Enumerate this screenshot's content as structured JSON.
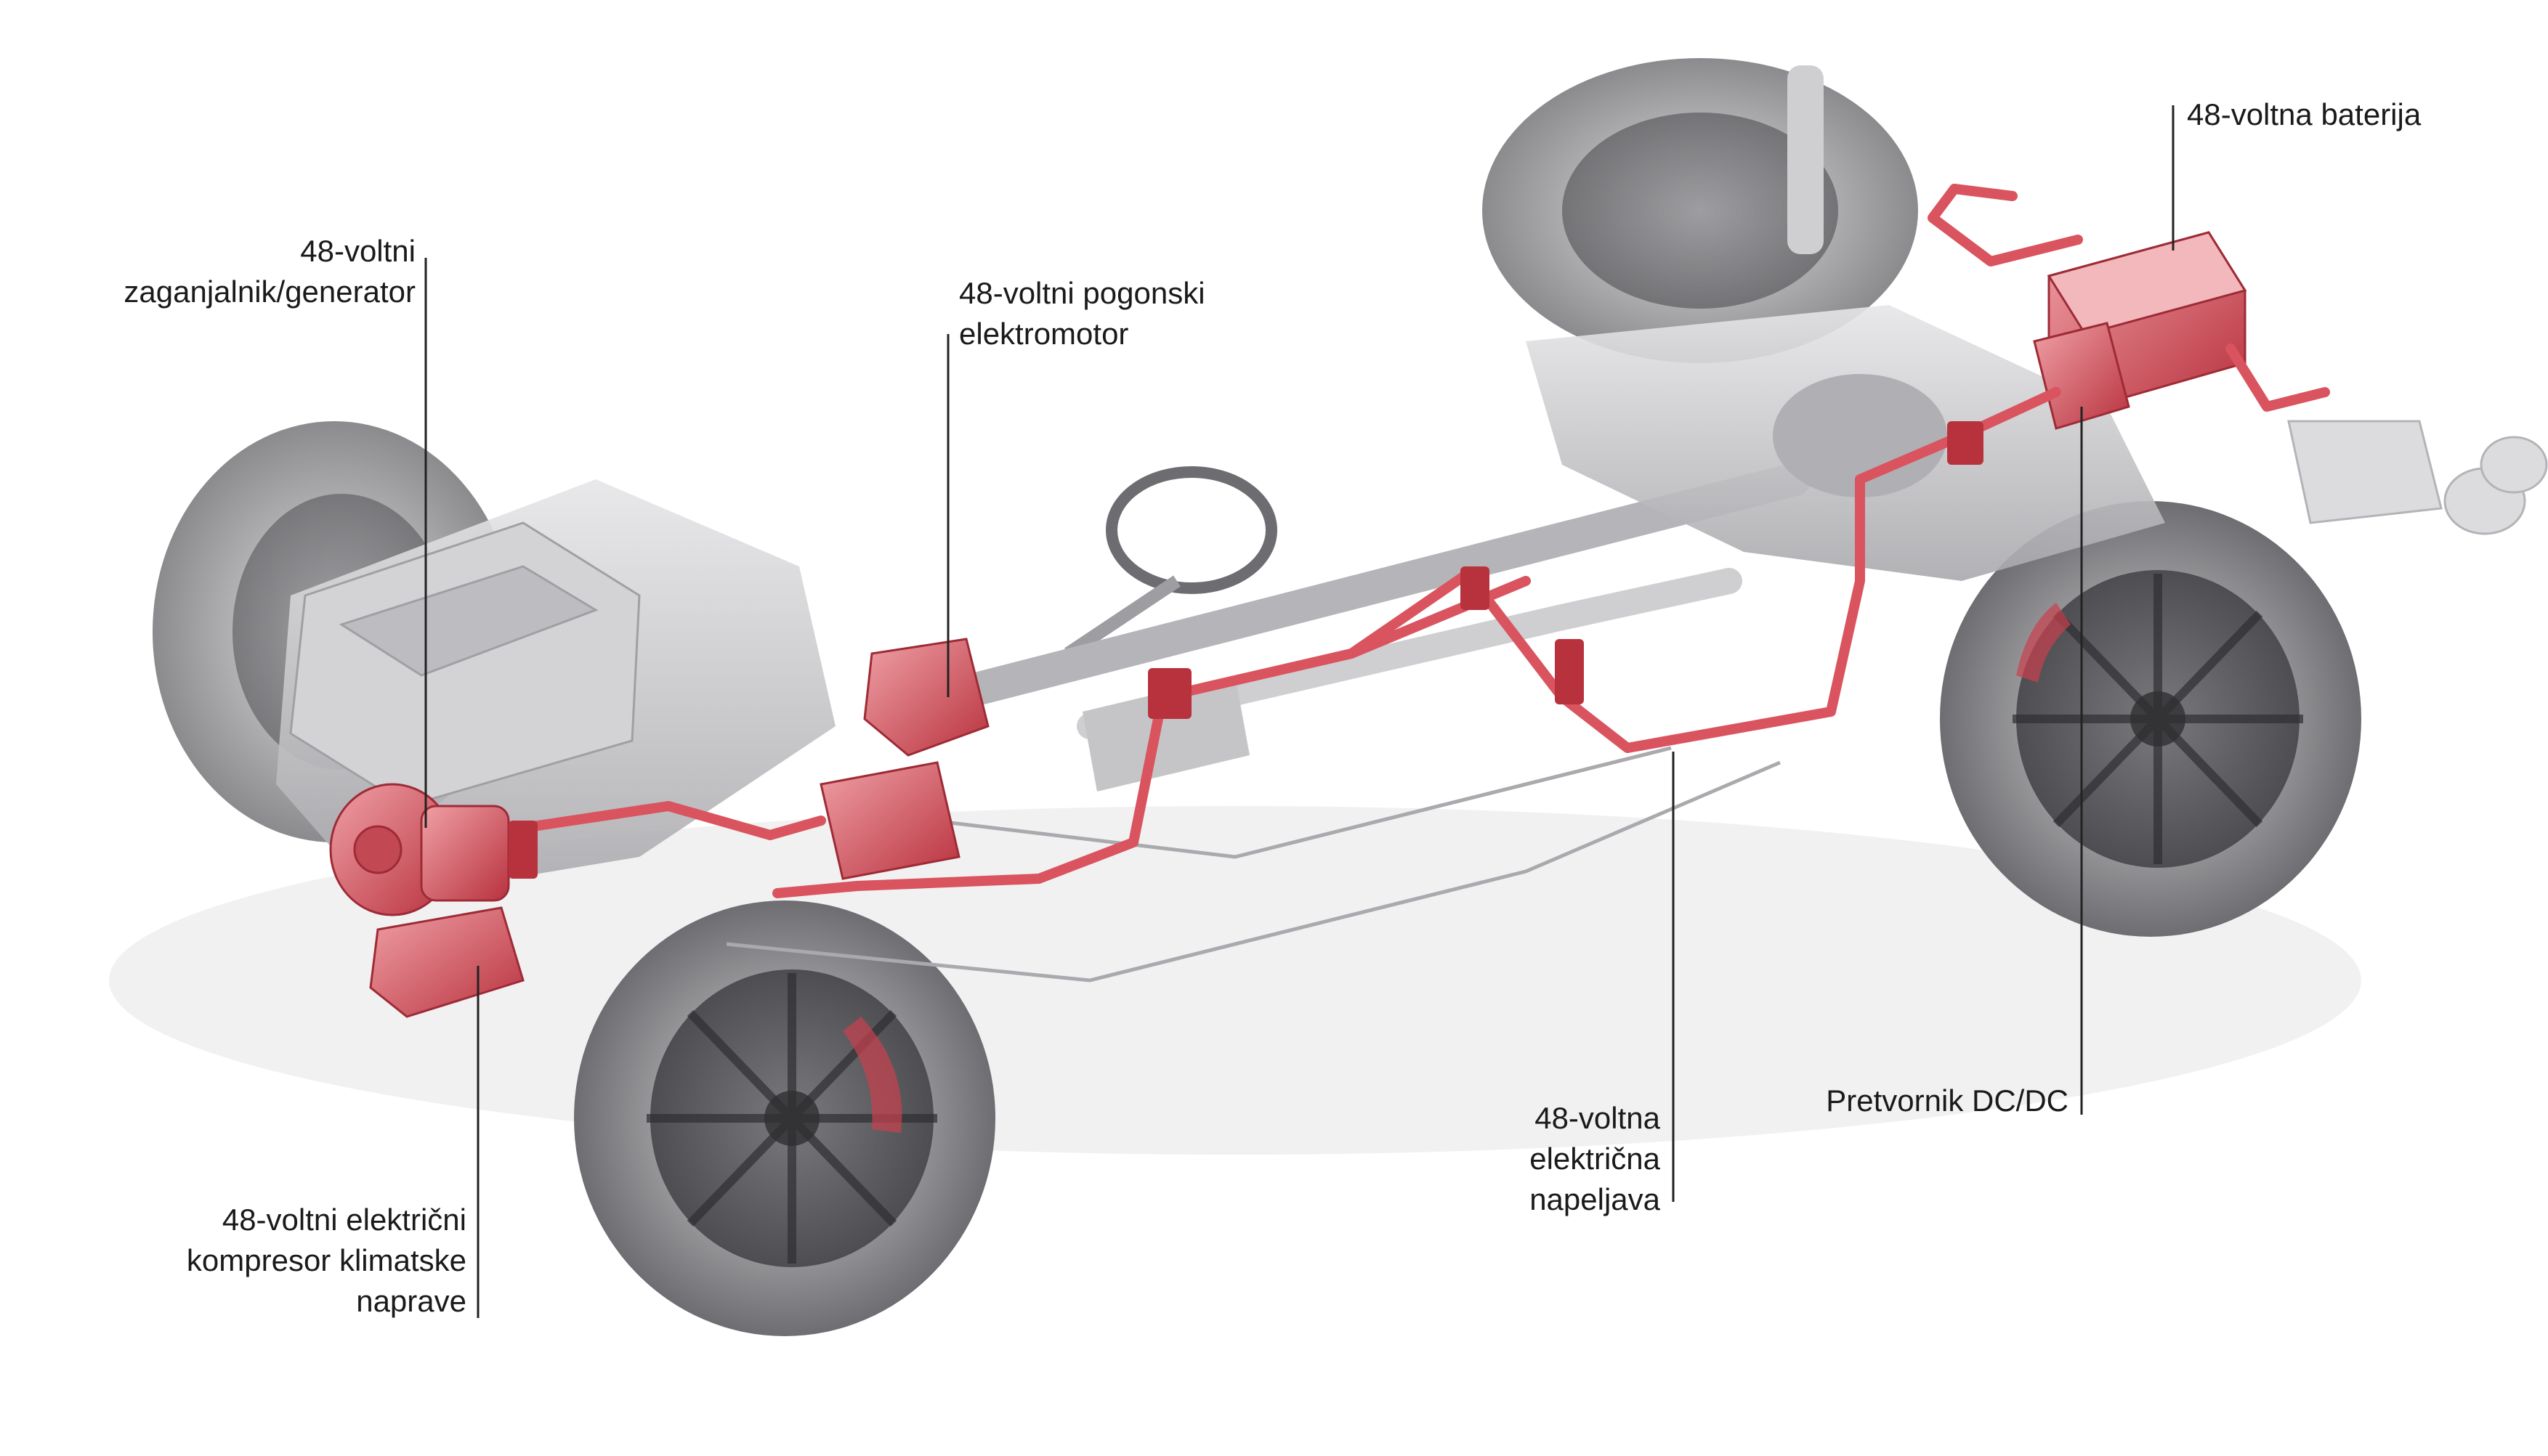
{
  "labels": {
    "starter_generator": "48-voltni\nzaganjalnik/generator",
    "drive_motor": "48-voltni pogonski\nelektromotor",
    "battery": "48-voltna baterija",
    "ac_compressor": "48-voltni električni\nkompresor klimatske\nnaprave",
    "wiring": "48-voltna\nelektrična\nnapeljava",
    "dcdc": "Pretvornik DC/DC"
  },
  "colors": {
    "highlight_red": "#d9545e",
    "component_grey": "#b9b9bb",
    "tire_grey": "#8f8f92",
    "background": "#ffffff"
  }
}
